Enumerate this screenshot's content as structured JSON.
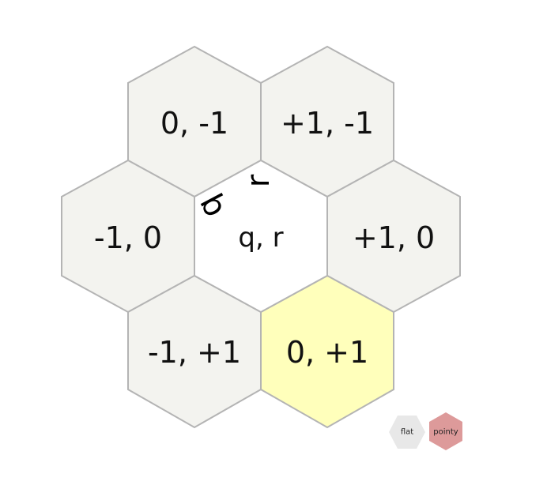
{
  "center": {
    "label": "q, r",
    "fill": "#ffffff"
  },
  "neighbors": [
    {
      "label": "0, -1",
      "fill": "#f3f3ef",
      "highlighted": false
    },
    {
      "label": "+1, -1",
      "fill": "#f3f3ef",
      "highlighted": false
    },
    {
      "label": "-1, 0",
      "fill": "#f3f3ef",
      "highlighted": false
    },
    {
      "label": "+1, 0",
      "fill": "#f3f3ef",
      "highlighted": false
    },
    {
      "label": "-1, +1",
      "fill": "#f3f3ef",
      "highlighted": false
    },
    {
      "label": "0, +1",
      "fill": "#ffffbb",
      "highlighted": true
    }
  ],
  "axis_labels": {
    "q_axis": "q",
    "r_axis": "r"
  },
  "orientation_toggle": {
    "flat": {
      "label": "flat",
      "fill": "#e8e8e8",
      "active": false
    },
    "pointy": {
      "label": "pointy",
      "fill": "#dd9a9a",
      "active": true
    }
  }
}
